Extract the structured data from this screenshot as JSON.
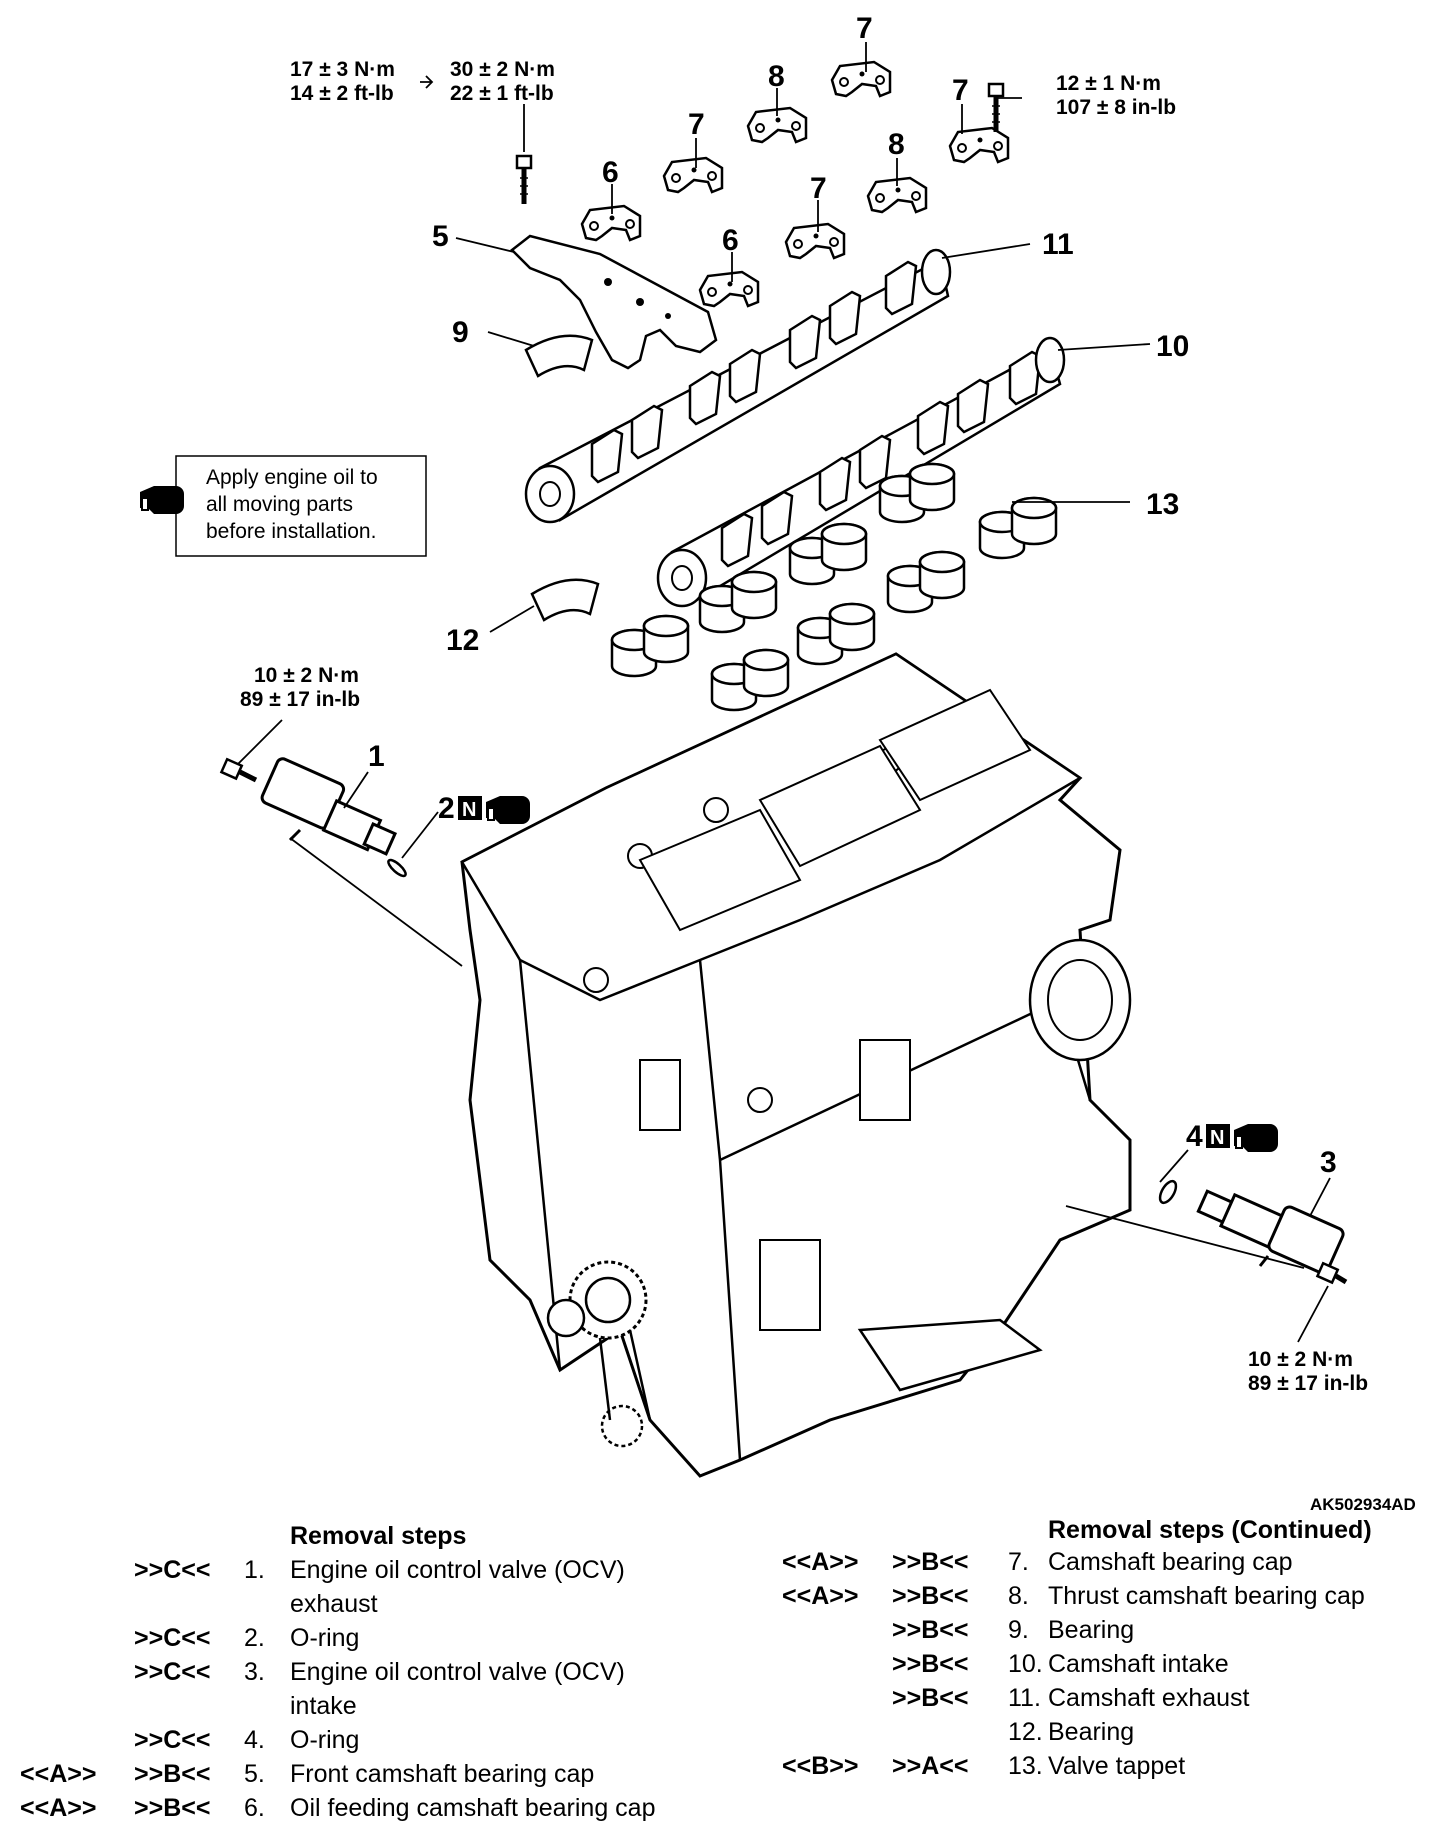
{
  "figure_id": "AK502934AD",
  "callouts": {
    "c1": "1",
    "c2": "2",
    "c3": "3",
    "c4": "4",
    "c5": "5",
    "c6a": "6",
    "c6b": "6",
    "c7a": "7",
    "c7b": "7",
    "c7c": "7",
    "c7d": "7",
    "c8a": "8",
    "c8b": "8",
    "c9": "9",
    "c10": "10",
    "c11": "11",
    "c12": "12",
    "c13": "13"
  },
  "tags": {
    "n": "N"
  },
  "torque": {
    "cap_bolt_first_nm": "17 ± 3 N·m",
    "cap_bolt_first_ftlb": "14 ± 2 ft-lb",
    "cap_bolt_final_nm": "30 ± 2 N·m",
    "cap_bolt_final_ftlb": "22 ± 1 ft-lb",
    "thrust_bolt_nm": "12 ± 1 N·m",
    "thrust_bolt_inlb": "107 ± 8 in-lb",
    "ocv_exhaust_nm": "10 ± 2 N·m",
    "ocv_exhaust_inlb": "89 ± 17 in-lb",
    "ocv_intake_nm": "10 ± 2 N·m",
    "ocv_intake_inlb": "89 ± 17 in-lb"
  },
  "note": {
    "line1": "Apply engine oil to",
    "line2": "all moving parts",
    "line3": "before installation."
  },
  "steps_left": {
    "title": "Removal steps",
    "items": [
      {
        "a": "",
        "b": ">>C<<",
        "num": "1.",
        "text": "Engine oil control valve (OCV)"
      },
      {
        "a": "",
        "b": "",
        "num": "",
        "text": "exhaust"
      },
      {
        "a": "",
        "b": ">>C<<",
        "num": "2.",
        "text": "O-ring"
      },
      {
        "a": "",
        "b": ">>C<<",
        "num": "3.",
        "text": "Engine oil control valve (OCV)"
      },
      {
        "a": "",
        "b": "",
        "num": "",
        "text": "intake"
      },
      {
        "a": "",
        "b": ">>C<<",
        "num": "4.",
        "text": "O-ring"
      },
      {
        "a": "<<A>>",
        "b": ">>B<<",
        "num": "5.",
        "text": "Front camshaft bearing cap"
      },
      {
        "a": "<<A>>",
        "b": ">>B<<",
        "num": "6.",
        "text": "Oil feeding camshaft bearing cap"
      }
    ]
  },
  "steps_right": {
    "title": "Removal steps (Continued)",
    "items": [
      {
        "a": "<<A>>",
        "b": ">>B<<",
        "num": "7.",
        "text": "Camshaft bearing cap"
      },
      {
        "a": "<<A>>",
        "b": ">>B<<",
        "num": "8.",
        "text": "Thrust camshaft bearing cap"
      },
      {
        "a": "",
        "b": ">>B<<",
        "num": "9.",
        "text": "Bearing"
      },
      {
        "a": "",
        "b": ">>B<<",
        "num": "10.",
        "text": "Camshaft intake"
      },
      {
        "a": "",
        "b": ">>B<<",
        "num": "11.",
        "text": "Camshaft exhaust"
      },
      {
        "a": "",
        "b": "",
        "num": "12.",
        "text": "Bearing"
      },
      {
        "a": "<<B>>",
        "b": ">>A<<",
        "num": "13.",
        "text": "Valve tappet"
      }
    ]
  }
}
